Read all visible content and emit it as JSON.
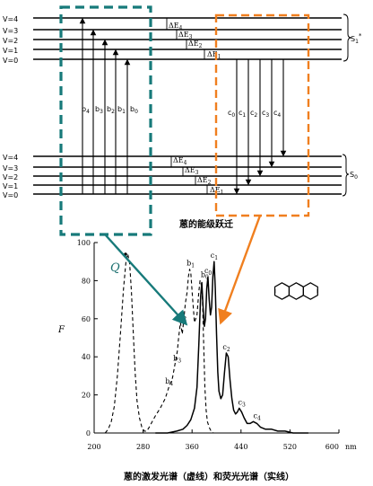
{
  "diagram": {
    "caption": "蒽的能级跃迁",
    "levels": [
      {
        "id": "s1-v4",
        "label": "V=4"
      },
      {
        "id": "s1-v3",
        "label": "V=3"
      },
      {
        "id": "s1-v2",
        "label": "V=2"
      },
      {
        "id": "s1-v1",
        "label": "V=1"
      },
      {
        "id": "s1-v0",
        "label": "V=0"
      },
      {
        "id": "s0-v4",
        "label": "V=4"
      },
      {
        "id": "s0-v3",
        "label": "V=3"
      },
      {
        "id": "s0-v2",
        "label": "V=2"
      },
      {
        "id": "s0-v1",
        "label": "V=1"
      },
      {
        "id": "s0-v0",
        "label": "V=0"
      }
    ],
    "state_labels": {
      "excited": "S",
      "excited_sub": "1",
      "excited_sup": "*",
      "ground": "S",
      "ground_sub": "0"
    },
    "delta_e_upper": [
      {
        "base": "ΔE",
        "sub": "4"
      },
      {
        "base": "ΔE",
        "sub": "3"
      },
      {
        "base": "ΔE",
        "sub": "2"
      },
      {
        "base": "ΔE",
        "sub": "1"
      }
    ],
    "delta_e_lower": [
      {
        "base": "ΔE",
        "sub": "4"
      },
      {
        "base": "ΔE",
        "sub": "3"
      },
      {
        "base": "ΔE",
        "sub": "2"
      },
      {
        "base": "ΔE",
        "sub": "1"
      }
    ],
    "absorption_labels": [
      {
        "base": "b",
        "sub": "4"
      },
      {
        "base": "b",
        "sub": "3"
      },
      {
        "base": "b",
        "sub": "2"
      },
      {
        "base": "b",
        "sub": "1"
      },
      {
        "base": "b",
        "sub": "0"
      }
    ],
    "emission_labels": [
      {
        "base": "c",
        "sub": "0"
      },
      {
        "base": "c",
        "sub": "1"
      },
      {
        "base": "c",
        "sub": "2"
      },
      {
        "base": "c",
        "sub": "3"
      },
      {
        "base": "c",
        "sub": "4"
      }
    ],
    "box_colors": {
      "excitation": "#177a7a",
      "fluorescence": "#f07f1f"
    }
  },
  "chart_data": {
    "type": "line",
    "ylabel": "F",
    "excitation_marker": "Q",
    "x_unit": "nm",
    "xlim": [
      200,
      600
    ],
    "ylim": [
      0,
      100
    ],
    "x_ticks": [
      200,
      280,
      360,
      440,
      520,
      600
    ],
    "y_ticks": [
      0,
      20,
      40,
      60,
      80,
      100
    ],
    "caption": "蒽的激发光谱（虚线）和荧光光谱（实线）",
    "series": [
      {
        "style": "dashed",
        "x": [
          218,
          223,
          228,
          233,
          238,
          243,
          248,
          252,
          255,
          258,
          261,
          264,
          267,
          270,
          274,
          278,
          282,
          286,
          290,
          295,
          300,
          308,
          316,
          322,
          328,
          332,
          336,
          338,
          341,
          344,
          347,
          349,
          352,
          354,
          356,
          358,
          361,
          364,
          368,
          371,
          373,
          375,
          377,
          379,
          381,
          383,
          385,
          388,
          391,
          395
        ],
        "values": [
          0,
          2,
          6,
          14,
          30,
          52,
          76,
          90,
          94,
          89,
          74,
          52,
          32,
          17,
          8,
          3,
          1,
          1,
          3,
          6,
          9,
          13,
          18,
          24,
          29,
          36,
          43,
          50,
          58,
          52,
          61,
          68,
          74,
          82,
          86,
          84,
          70,
          58,
          62,
          74,
          80,
          78,
          70,
          46,
          24,
          12,
          6,
          3,
          1,
          0
        ]
      },
      {
        "style": "solid",
        "x": [
          300,
          320,
          335,
          345,
          352,
          358,
          364,
          368,
          371,
          374,
          376,
          378,
          380,
          382,
          384,
          386,
          388,
          390,
          392,
          394,
          396,
          398,
          400,
          402,
          404,
          407,
          410,
          413,
          416,
          419,
          422,
          425,
          428,
          431,
          434,
          437,
          441,
          445,
          450,
          455,
          460,
          466,
          472,
          480,
          490,
          500,
          512,
          525,
          540,
          550
        ],
        "values": [
          0,
          0,
          1,
          2,
          4,
          7,
          13,
          24,
          46,
          72,
          79,
          66,
          56,
          60,
          76,
          82,
          70,
          62,
          66,
          82,
          90,
          76,
          52,
          32,
          22,
          18,
          20,
          32,
          42,
          40,
          28,
          18,
          12,
          10,
          11,
          13,
          11,
          8,
          5,
          5,
          6,
          5,
          3,
          2,
          2,
          1,
          1,
          0,
          0,
          0
        ]
      }
    ],
    "peak_labels": [
      {
        "base": "b",
        "sub": "0",
        "x": 380,
        "y": 80
      },
      {
        "base": "b",
        "sub": "1",
        "x": 357,
        "y": 86
      },
      {
        "base": "b",
        "sub": "2",
        "x": 344,
        "y": 58
      },
      {
        "base": "b",
        "sub": "3",
        "x": 335,
        "y": 36
      },
      {
        "base": "b",
        "sub": "4",
        "x": 322,
        "y": 24
      },
      {
        "base": "c",
        "sub": "0",
        "x": 386,
        "y": 82
      },
      {
        "base": "c",
        "sub": "1",
        "x": 396,
        "y": 90
      },
      {
        "base": "c",
        "sub": "2",
        "x": 416,
        "y": 42
      },
      {
        "base": "c",
        "sub": "3",
        "x": 441,
        "y": 13
      },
      {
        "base": "c",
        "sub": "4",
        "x": 466,
        "y": 6
      }
    ]
  }
}
